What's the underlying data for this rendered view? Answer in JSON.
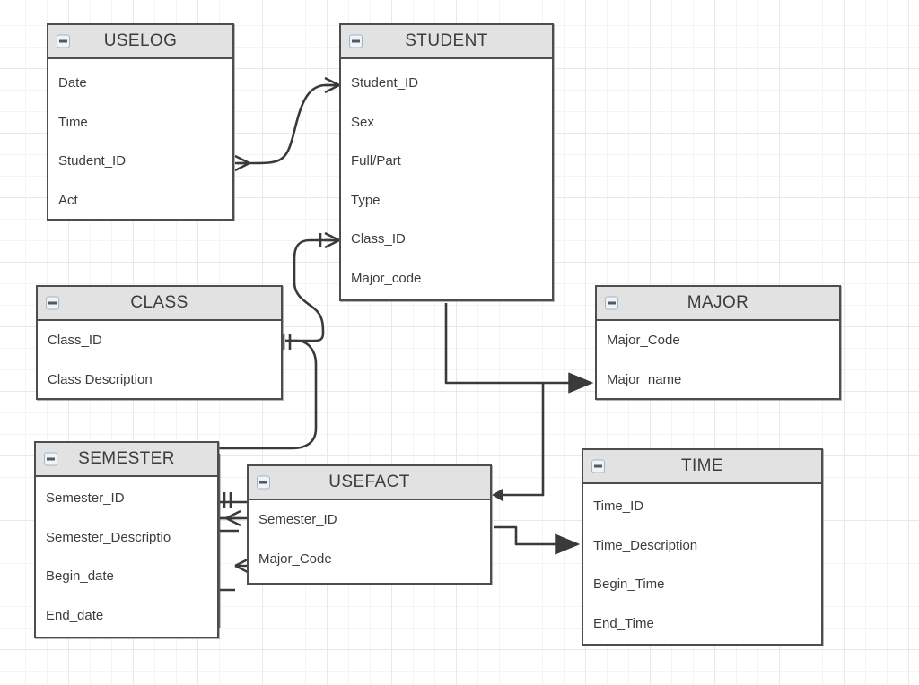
{
  "diagram": {
    "type": "entity-relationship-diagram",
    "background": "#ffffff",
    "grid_color": "#e9e9e9",
    "box_border_color": "#4d4d4d",
    "header_fill": "#e2e2e2",
    "text_color": "#3c3c3c",
    "collapse_icon_name": "collapse-minus-icon"
  },
  "entities": [
    {
      "id": "uselog",
      "title": "USELOG",
      "attributes": [
        "Date",
        "Time",
        "Student_ID",
        "Act"
      ]
    },
    {
      "id": "student",
      "title": "STUDENT",
      "attributes": [
        "Student_ID",
        "Sex",
        "Full/Part",
        "Type",
        "Class_ID",
        "Major_code"
      ]
    },
    {
      "id": "class",
      "title": "CLASS",
      "attributes": [
        "Class_ID",
        "Class Description"
      ]
    },
    {
      "id": "major",
      "title": "MAJOR",
      "attributes": [
        "Major_Code",
        "Major_name"
      ]
    },
    {
      "id": "semester",
      "title": "SEMESTER",
      "attributes": [
        "Semester_ID",
        "Semester_Descriptio",
        "Begin_date",
        "End_date"
      ]
    },
    {
      "id": "usefact",
      "title": "USEFACT",
      "attributes": [
        "Semester_ID",
        "Major_Code"
      ]
    },
    {
      "id": "time",
      "title": "TIME",
      "attributes": [
        "Time_ID",
        "Time_Description",
        "Begin_Time",
        "End_Time"
      ]
    }
  ],
  "relationships": [
    {
      "id": "uselog-student",
      "from": "USELOG.Student_ID",
      "to": "STUDENT.Student_ID",
      "from_notation": "crows-foot",
      "to_notation": "crows-foot",
      "style": "curved"
    },
    {
      "id": "class-student",
      "from": "CLASS.Class_ID",
      "to": "STUDENT.Class_ID",
      "from_notation": "one-one",
      "to_notation": "crows-foot",
      "style": "curved"
    },
    {
      "id": "student-major",
      "from": "STUDENT",
      "to": "MAJOR.Major_name",
      "from_notation": "none",
      "to_notation": "arrow",
      "style": "orthogonal"
    },
    {
      "id": "major-usefact",
      "from": "MAJOR",
      "to": "USEFACT",
      "from_notation": "none",
      "to_notation": "arrow",
      "style": "orthogonal"
    },
    {
      "id": "usefact-time",
      "from": "USEFACT",
      "to": "TIME.Time_Description",
      "from_notation": "none",
      "to_notation": "arrow",
      "style": "orthogonal"
    },
    {
      "id": "class-semester-area",
      "from": "CLASS.Class_ID",
      "to": "USEFACT.Semester_ID",
      "from_notation": "one-one",
      "to_notation": "crows-foot",
      "style": "curved"
    },
    {
      "id": "semester-usefact-1",
      "from": "SEMESTER.Semester_ID",
      "to": "USEFACT.Semester_ID",
      "from_notation": "one-one",
      "to_notation": "crows-foot",
      "style": "orthogonal"
    },
    {
      "id": "semester-usefact-2",
      "from": "SEMESTER",
      "to": "USEFACT.Major_Code",
      "from_notation": "none",
      "to_notation": "crows-foot",
      "style": "orthogonal"
    }
  ]
}
